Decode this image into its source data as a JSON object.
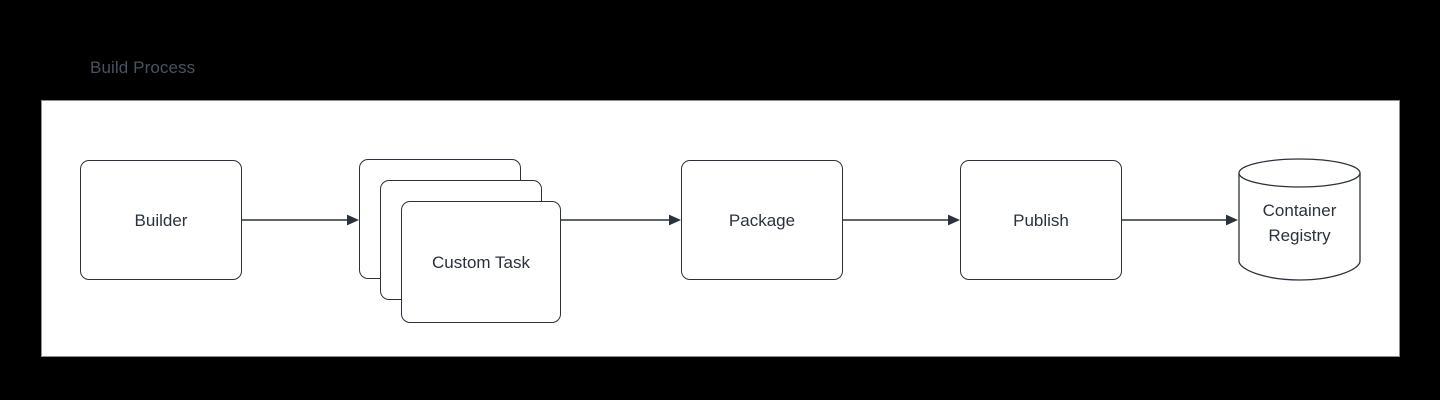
{
  "diagram": {
    "title": "Build Process",
    "title_color": "#4a5260",
    "panel_background": "#ffffff",
    "panel_border_color": "#8a8f99",
    "canvas_background": "#000000",
    "node_border_color": "#2b323c",
    "node_text_color": "#2b323c",
    "connector_color": "#2b323c",
    "nodes": [
      {
        "id": "builder",
        "label": "Builder",
        "shape": "rounded-rect"
      },
      {
        "id": "custom-task",
        "label": "Custom Task",
        "shape": "stacked-rounded-rect",
        "stack_count": 3
      },
      {
        "id": "package",
        "label": "Package",
        "shape": "rounded-rect"
      },
      {
        "id": "publish",
        "label": "Publish",
        "shape": "rounded-rect"
      },
      {
        "id": "container-registry",
        "label_line1": "Container",
        "label_line2": "Registry",
        "shape": "cylinder"
      }
    ],
    "connectors": [
      {
        "id": "builder-to-custom-task",
        "from": "builder",
        "to": "custom-task",
        "style": "solid-arrow"
      },
      {
        "id": "custom-task-to-package",
        "from": "custom-task",
        "to": "package",
        "style": "solid-arrow"
      },
      {
        "id": "package-to-publish",
        "from": "package",
        "to": "publish",
        "style": "solid-arrow"
      },
      {
        "id": "publish-to-container-registry",
        "from": "publish",
        "to": "container-registry",
        "style": "solid-arrow"
      }
    ]
  }
}
